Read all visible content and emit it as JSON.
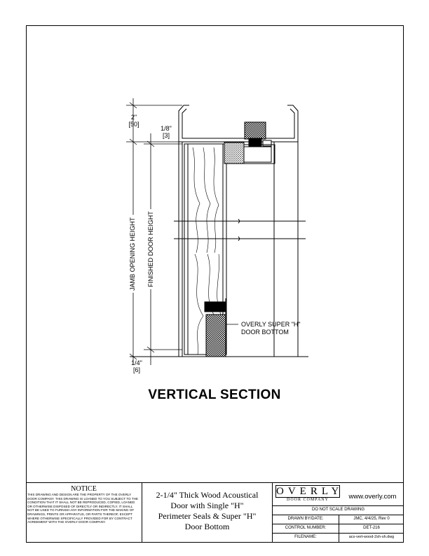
{
  "drawing": {
    "section_title": "VERTICAL SECTION",
    "dims": {
      "top_gap_in": "2\"",
      "top_gap_mm": "[50]",
      "head_clear_in": "1/8\"",
      "head_clear_mm": "[3]",
      "bottom_clear_in": "1/4\"",
      "bottom_clear_mm": "[6]"
    },
    "labels": {
      "jamb_height": "JAMB OPENING HEIGHT",
      "finished_height": "FINISHED DOOR HEIGHT",
      "callout_line1": "OVERLY SUPER \"H\"",
      "callout_line2": "DOOR BOTTOM"
    }
  },
  "title_block": {
    "notice_heading": "NOTICE",
    "notice_text": "THIS DRAWING AND DESIGN ARE THE PROPERTY OF THE OVERLY DOOR COMPANY.  THIS DRAWING IS LOANED TO YOU SUBJECT TO THE CONDITION THAT IT SHALL NOT BE REPRODUCED, COPIED, LOANED OR OTHERWISE DISPOSED OF DIRECTLY OR INDIRECTLY. IT SHALL NOT BE USED TO FURNISH ANY INFORMATION FOR THE MAKING OF DRAWINGS, PRINTS OR APPARATUS, OR PARTS THEREOF, EXCEPT WHERE OTHERWISE SPECIFICALLY PROVIDED FOR BY CONTRACT AGREEMENT WITH THE OVERLY DOOR COMPANY.",
    "title_line1": "2-1/4\" Thick Wood Acoustical",
    "title_line2": "Door with Single \"H\"",
    "title_line3": "Perimeter Seals & Super \"H\"",
    "title_line4": "Door Bottom",
    "logo_word": "OVERLY",
    "logo_sub": "DOOR COMPANY",
    "website": "www.overly.com",
    "scale_note": "DO NOT SCALE DRAWING",
    "drawn_label": "DRAWN BY/DATE:",
    "drawn_value": "JMC, 4/4/25, Rev 0",
    "control_label": "CONTROL NUMBER:",
    "control_value": "DET-216",
    "file_label": "FILENAME:",
    "file_value": "acs-vert-wood-2sh-sh.dwg"
  }
}
